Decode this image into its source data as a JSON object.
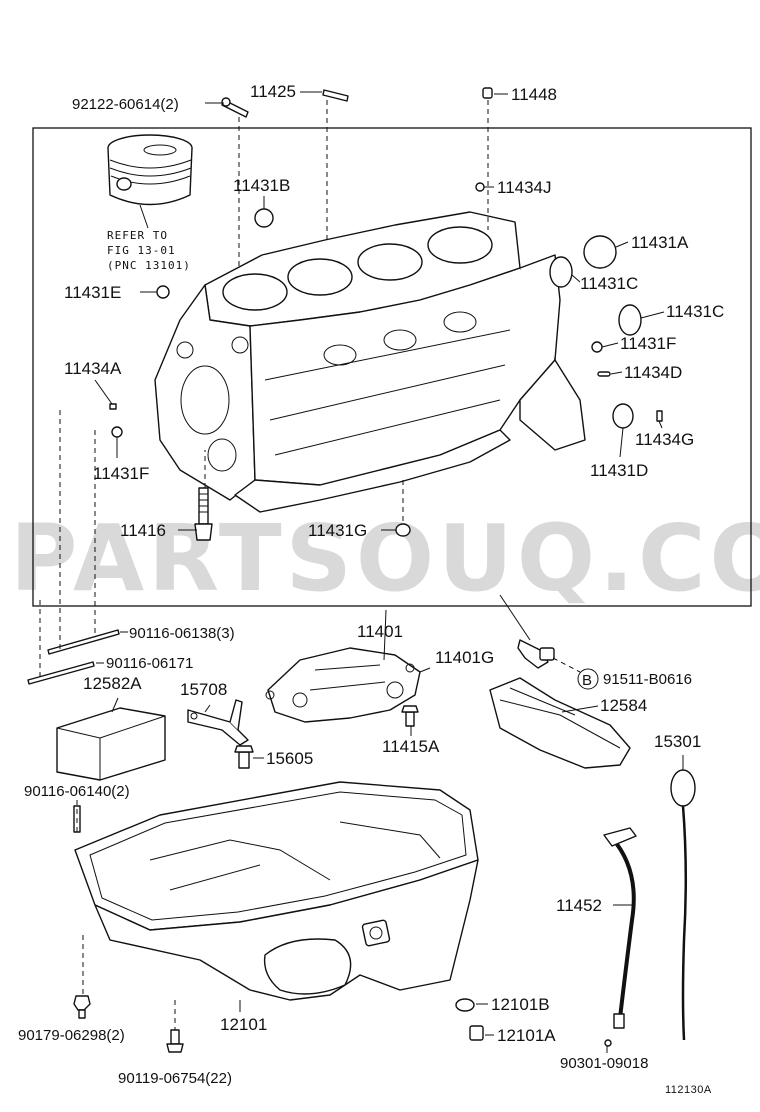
{
  "watermark": "PARTSOUQ.COM",
  "refer_note": {
    "line1": "REFER TO",
    "line2": "FIG 13-01",
    "line3": "(PNC 13101)"
  },
  "figure_code": "112130A",
  "callouts": {
    "c92122": "92122-60614(2)",
    "c11425": "11425",
    "c11448": "11448",
    "c11431B": "11431B",
    "c11434J": "11434J",
    "c11431A": "11431A",
    "c11431C_1": "11431C",
    "c11431E": "11431E",
    "c11431C_2": "11431C",
    "c11431F_1": "11431F",
    "c11434D": "11434D",
    "c11434A": "11434A",
    "c11434G": "11434G",
    "c11431F_2": "11431F",
    "c11431D": "11431D",
    "c11416": "11416",
    "c11431G": "11431G",
    "c90116_06138": "90116-06138(3)",
    "c11401": "11401",
    "c11401G": "11401G",
    "c91511": "91511-B0616",
    "c91511_mark": "B",
    "c90116_06171": "90116-06171",
    "c12582A": "12582A",
    "c15708": "15708",
    "c12584": "12584",
    "c11415A": "11415A",
    "c15605": "15605",
    "c15301": "15301",
    "c90116_06140": "90116-06140(2)",
    "c11452": "11452",
    "c12101B": "12101B",
    "c12101A": "12101A",
    "c90179": "90179-06298(2)",
    "c12101": "12101",
    "c90301": "90301-09018",
    "c90119": "90119-06754(22)"
  }
}
